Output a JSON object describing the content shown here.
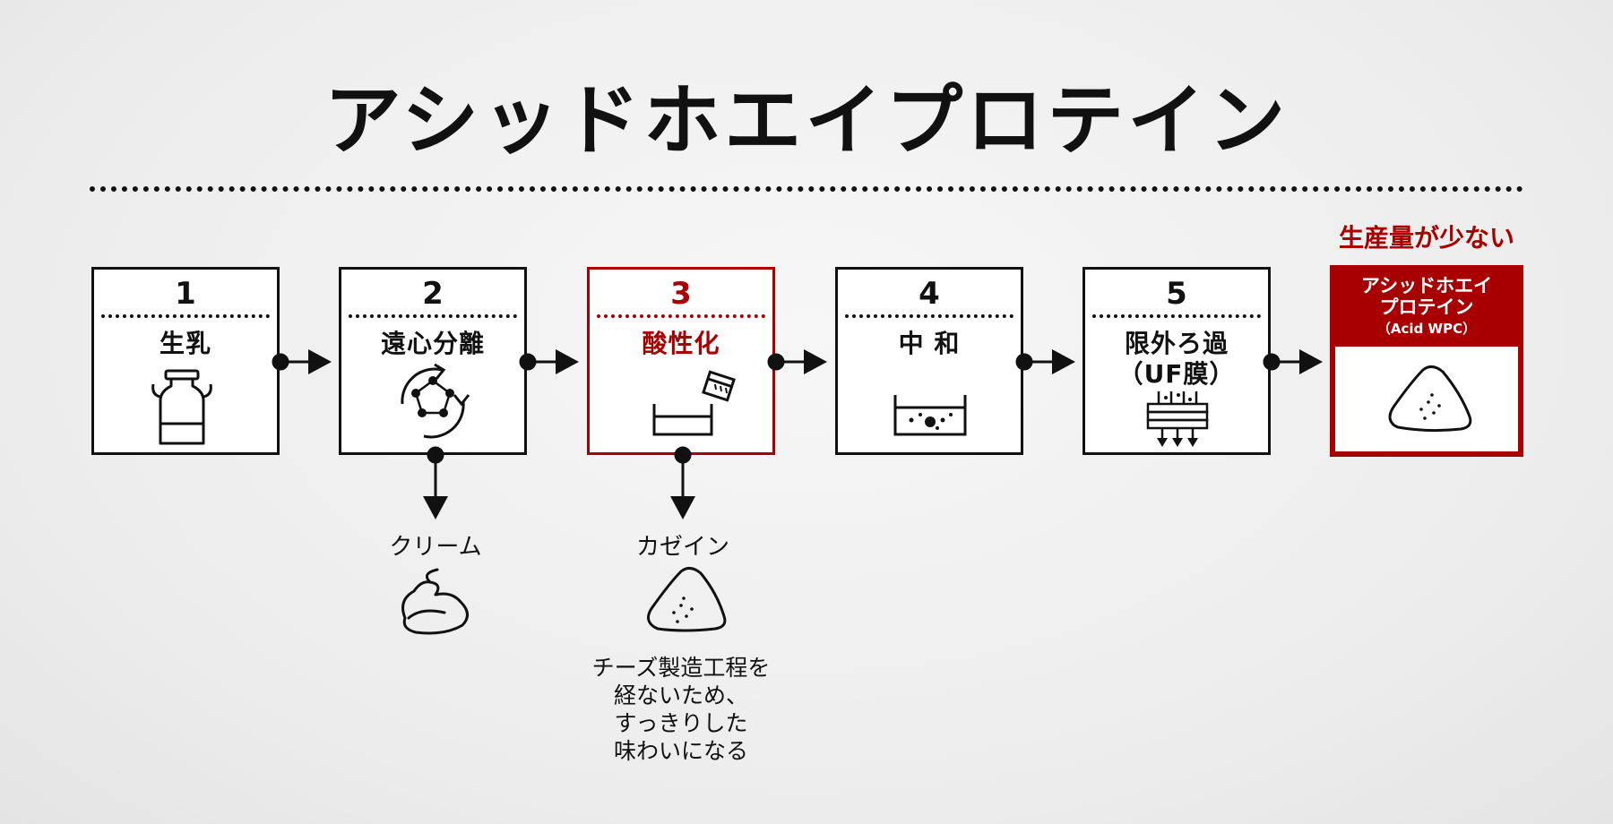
{
  "title": "アシッドホエイプロテイン",
  "steps": [
    {
      "num": "1",
      "label": "生乳",
      "icon": "milk-can-icon"
    },
    {
      "num": "2",
      "label": "遠心分離",
      "icon": "centrifuge-cycle-icon"
    },
    {
      "num": "3",
      "label": "酸性化",
      "icon": "acid-pour-icon",
      "highlight": true
    },
    {
      "num": "4",
      "label": "中 和",
      "icon": "neutralization-tank-icon"
    },
    {
      "num": "5",
      "label": "限外ろ過",
      "label2": "（UF膜）",
      "icon": "membrane-filter-icon"
    }
  ],
  "result": {
    "badge": "生産量が少ない",
    "title_line1": "アシッドホエイ",
    "title_line2": "プロテイン",
    "subtitle": "（Acid WPC）",
    "icon": "powder-pile-icon"
  },
  "byproducts": [
    {
      "label": "クリーム",
      "icon": "cream-dollop-icon"
    },
    {
      "label": "カゼイン",
      "icon": "powder-pile-icon"
    }
  ],
  "note": {
    "lines": [
      "チーズ製造工程を",
      "経ないため、",
      "すっきりした",
      "味わいになる"
    ]
  },
  "colors": {
    "accent": "#a80000",
    "line": "#111111"
  }
}
